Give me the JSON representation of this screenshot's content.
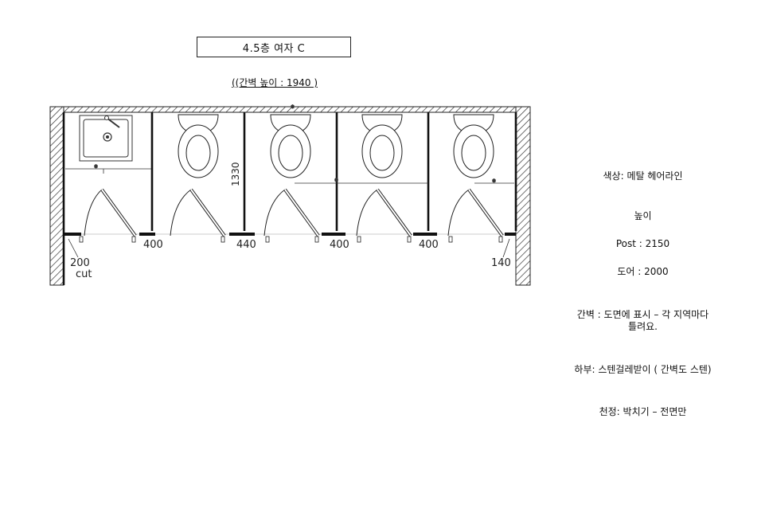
{
  "title": "4.5층 여자 C",
  "subtitle": "((간벽 높이 : 1940 )",
  "plan": {
    "height_label": "1330",
    "labels": {
      "d200": "200",
      "cut": "cut",
      "d400_a": "400",
      "d440": "440",
      "d400_b": "400",
      "d400_c": "400",
      "d140": "140"
    }
  },
  "specs": {
    "color": "색상: 메탈 헤어라인",
    "height_heading": "높이",
    "post": "Post : 2150",
    "door": "도어 : 2000",
    "partition_line1": "간벽 : 도면에  표시 – 각 지역마다",
    "partition_line2": "틀려요.",
    "bottom": "하부: 스텐걸레받이 ( 간벽도 스텐)",
    "ceiling": "천정: 박치기 – 전면만"
  }
}
